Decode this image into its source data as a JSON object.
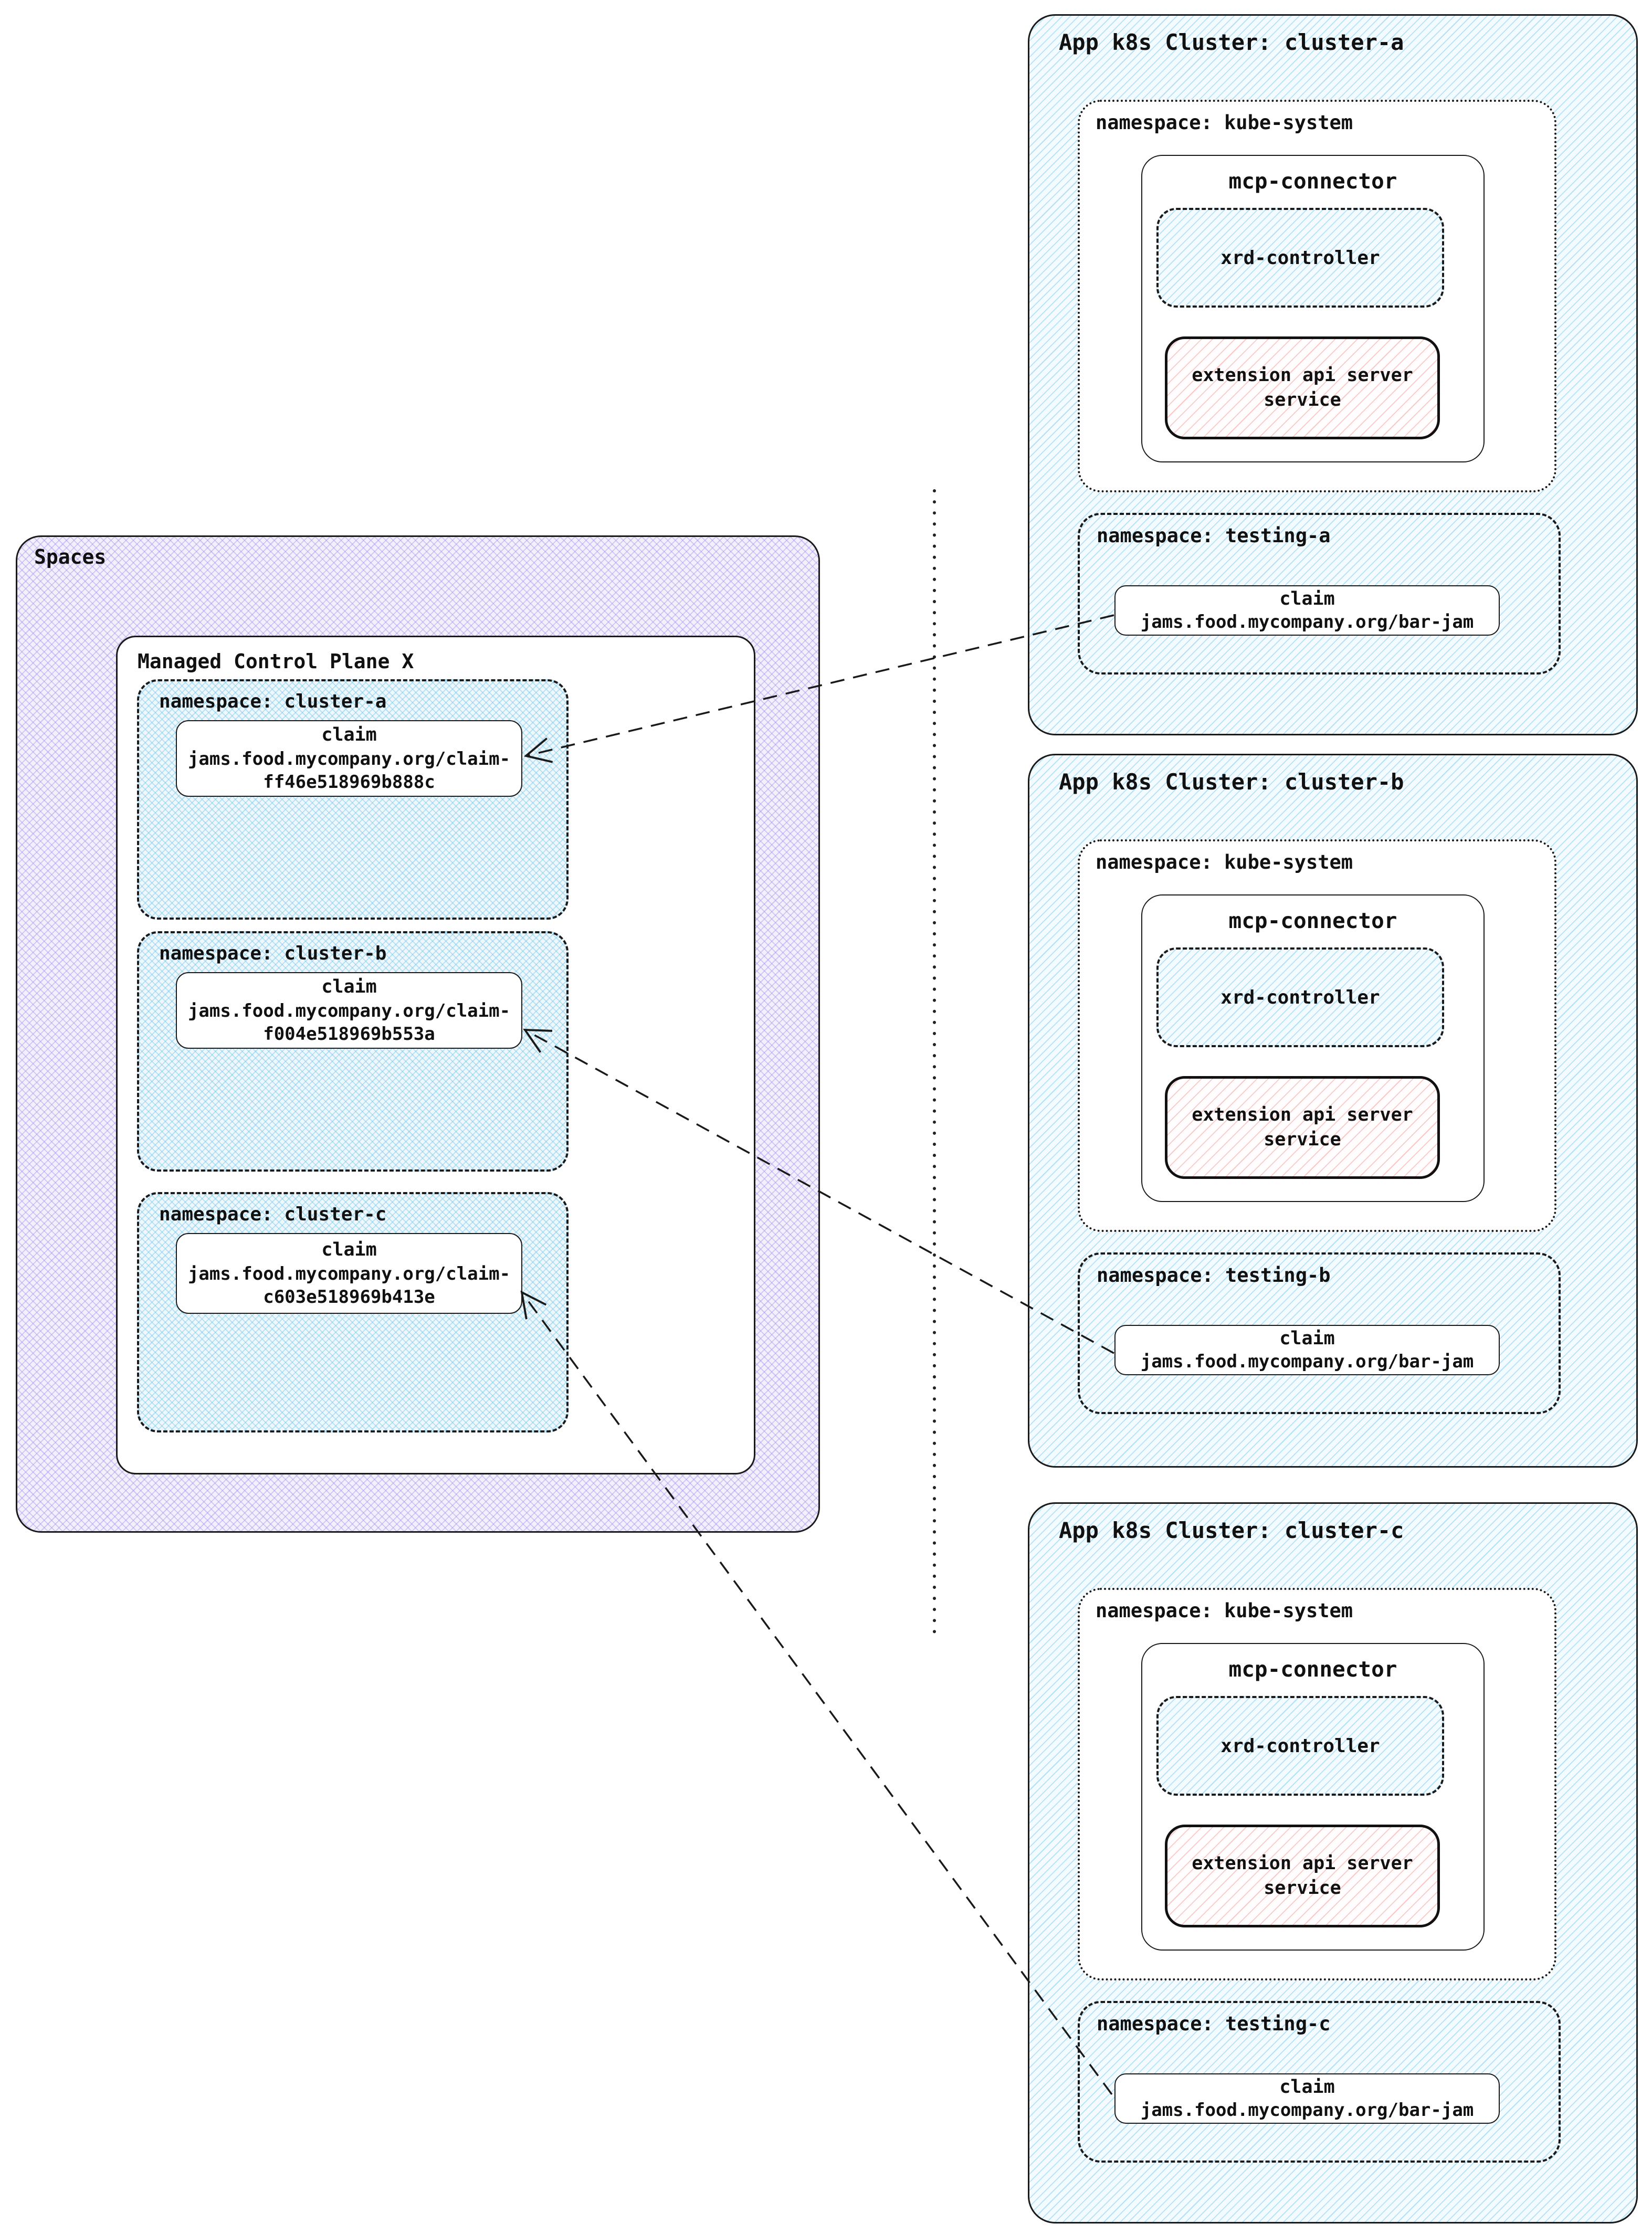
{
  "spaces": {
    "label": "Spaces",
    "plane_title": "Managed Control Plane X",
    "namespaces": [
      {
        "label": "namespace: cluster-a",
        "claim_title": "claim",
        "claim_line1": "jams.food.mycompany.org/claim-",
        "claim_line2": "ff46e518969b888c"
      },
      {
        "label": "namespace: cluster-b",
        "claim_title": "claim",
        "claim_line1": "jams.food.mycompany.org/claim-",
        "claim_line2": "f004e518969b553a"
      },
      {
        "label": "namespace: cluster-c",
        "claim_title": "claim",
        "claim_line1": "jams.food.mycompany.org/claim-",
        "claim_line2": "c603e518969b413e"
      }
    ]
  },
  "clusters": [
    {
      "title": "App k8s Cluster: cluster-a",
      "kube_namespace_label": "namespace: kube-system",
      "connector_title": "mcp-connector",
      "xrd_label": "xrd-controller",
      "extension_label": "extension api server service",
      "testing_namespace_label": "namespace: testing-a",
      "claim_title": "claim",
      "claim_name": "jams.food.mycompany.org/bar-jam"
    },
    {
      "title": "App k8s Cluster: cluster-b",
      "kube_namespace_label": "namespace: kube-system",
      "connector_title": "mcp-connector",
      "xrd_label": "xrd-controller",
      "extension_label": "extension api server service",
      "testing_namespace_label": "namespace: testing-b",
      "claim_title": "claim",
      "claim_name": "jams.food.mycompany.org/bar-jam"
    },
    {
      "title": "App k8s Cluster: cluster-c",
      "kube_namespace_label": "namespace: kube-system",
      "connector_title": "mcp-connector",
      "xrd_label": "xrd-controller",
      "extension_label": "extension api server service",
      "testing_namespace_label": "namespace: testing-c",
      "claim_title": "claim",
      "claim_name": "jams.food.mycompany.org/bar-jam"
    }
  ],
  "colors": {
    "stroke": "#1a1a1a",
    "spaces_hatch": "#a38fee",
    "namespace_cross_hatch": "#6ec3eb",
    "cluster_diag_hatch": "#6ec8f0",
    "extension_diag_hatch": "#f59691",
    "box_fill": "#ffffff"
  }
}
